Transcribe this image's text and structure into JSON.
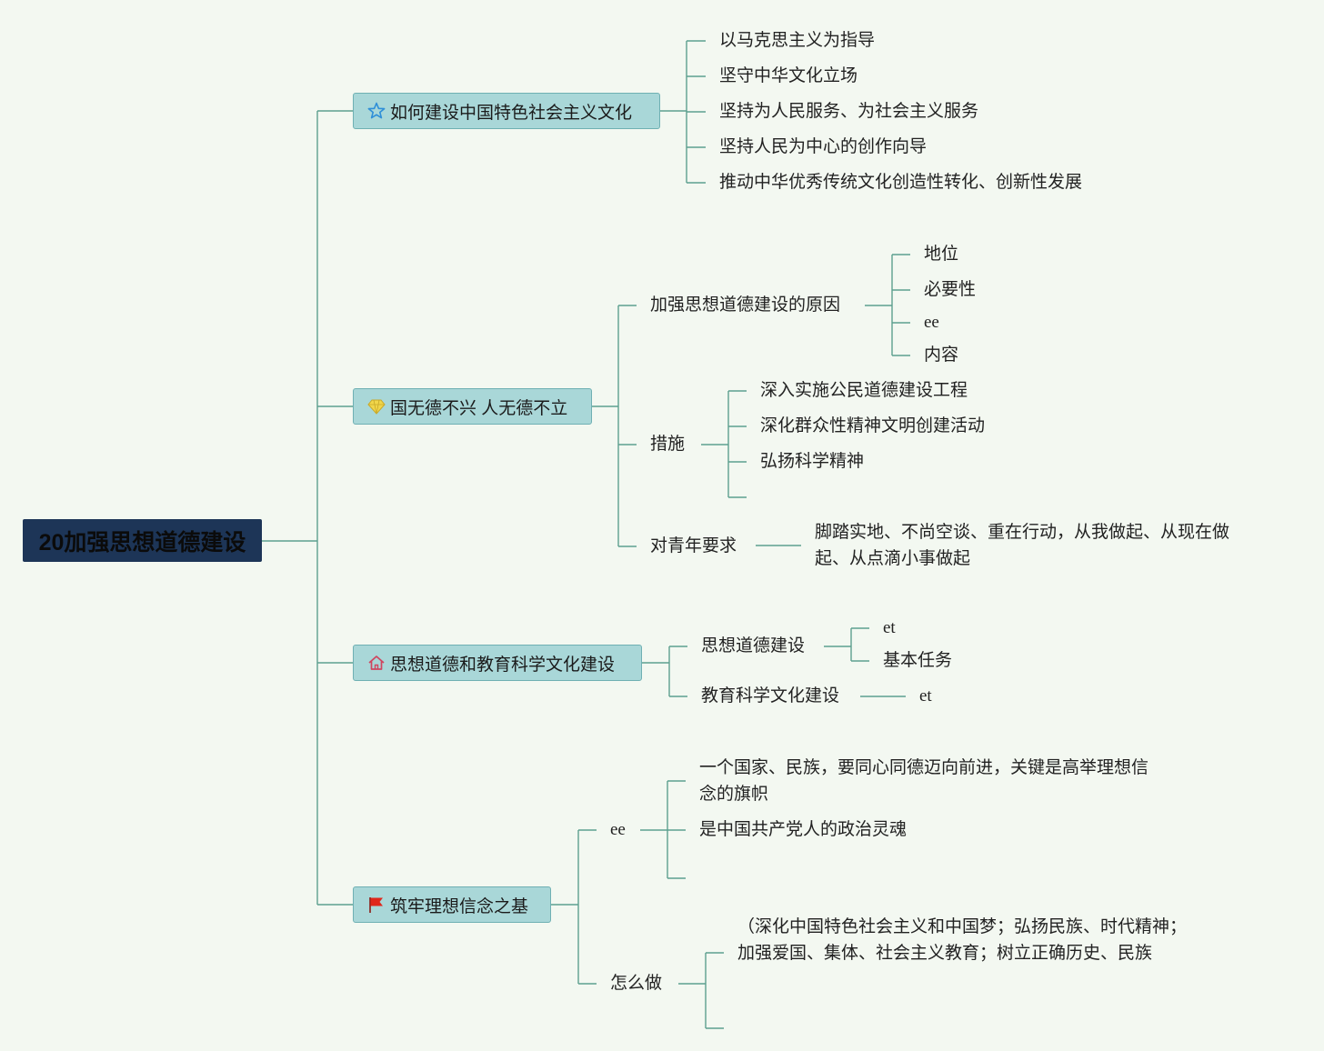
{
  "root": "20加强思想道德建设",
  "branches": [
    {
      "label": "如何建设中国特色社会主义文化",
      "icon": "star-icon",
      "items": [
        "以马克思主义为指导",
        "坚守中华文化立场",
        "坚持为人民服务、为社会主义服务",
        "坚持人民为中心的创作向导",
        "推动中华优秀传统文化创造性转化、创新性发展"
      ]
    },
    {
      "label": "国无德不兴 人无德不立",
      "icon": "diamond-icon",
      "reason": {
        "label": "加强思想道德建设的原因",
        "items": [
          "地位",
          "必要性",
          "ee",
          "内容"
        ]
      },
      "measures": {
        "label": "措施",
        "items": [
          "深入实施公民道德建设工程",
          "深化群众性精神文明创建活动",
          "弘扬科学精神"
        ]
      },
      "youth": {
        "label": "对青年要求",
        "detail": "脚踏实地、不尚空谈、重在行动，从我做起、从现在做起、从点滴小事做起"
      }
    },
    {
      "label": "思想道德和教育科学文化建设",
      "icon": "home-icon",
      "moral": {
        "label": "思想道德建设",
        "items": [
          "et",
          "基本任务"
        ]
      },
      "edu": {
        "label": "教育科学文化建设",
        "items": [
          "et"
        ]
      }
    },
    {
      "label": "筑牢理想信念之基",
      "icon": "flag-icon",
      "ee": {
        "label": "ee",
        "items": [
          "一个国家、民族，要同心同德迈向前进，关键是高举理想信念的旗帜",
          "是中国共产党人的政治灵魂"
        ]
      },
      "how": {
        "label": "怎么做",
        "detail": "（深化中国特色社会主义和中国梦；弘扬民族、时代精神；加强爱国、集体、社会主义教育；树立正确历史、民族"
      }
    }
  ],
  "colors": {
    "background": "#f3f8f1",
    "root_fill": "#1d3557",
    "main_fill": "#a9d7d8",
    "line": "#5d9f8f",
    "star": "#2f8fd8",
    "diamond": "#f0d64a",
    "home": "#d0455f",
    "flag": "#e0261b"
  }
}
